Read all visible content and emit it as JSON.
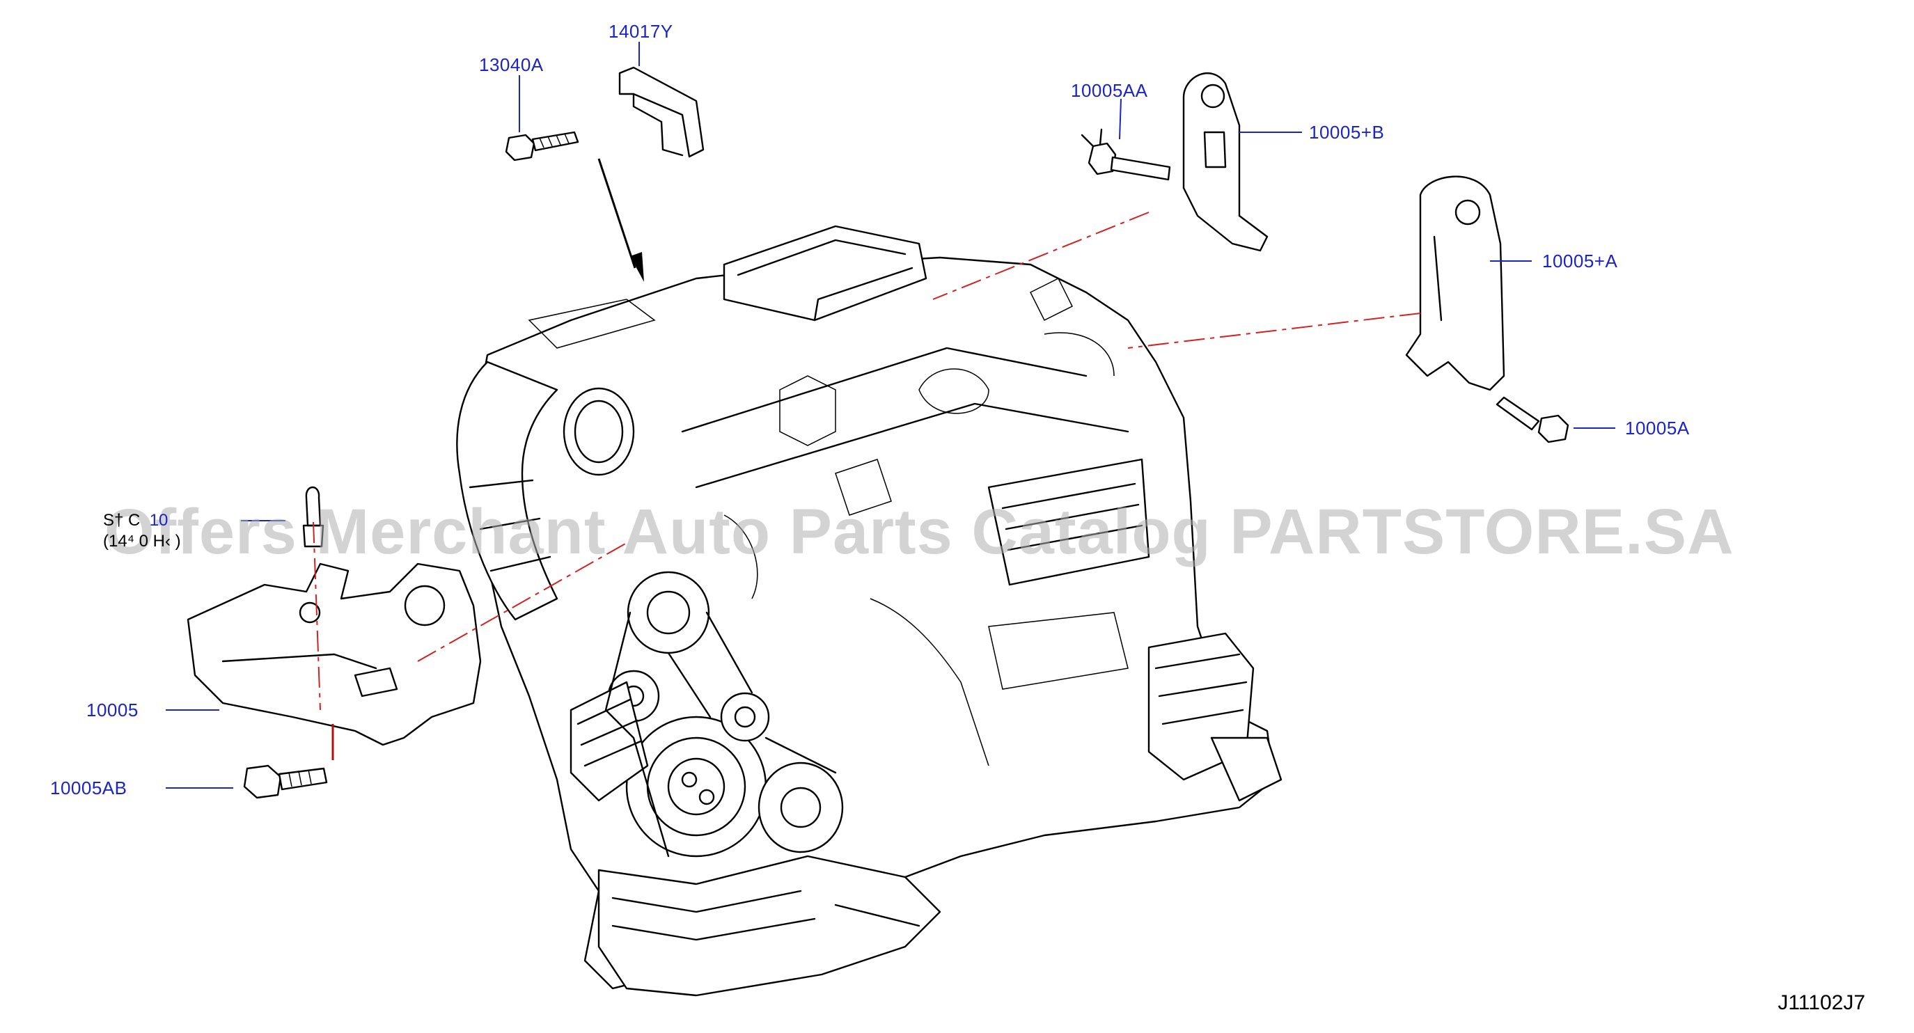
{
  "figure_code": "J11102J7",
  "watermark": "Offers Merchant Auto Parts Catalog PARTSTORE.SA",
  "obscured_note": {
    "line1_black": "S† C",
    "line1_blue": "10",
    "line2": "(14⁴ 0 H‹ )"
  },
  "callouts": {
    "c13040A": "13040A",
    "c14017Y": "14017Y",
    "c10005AA": "10005AA",
    "c10005pB": "10005+B",
    "c10005pA": "10005+A",
    "c10005A": "10005A",
    "c10005": "10005",
    "c10005AB": "10005AB"
  },
  "colors": {
    "callout_text": "#1a24c8",
    "leader_line": "#1a24c8",
    "center_line": "#d62020",
    "drawing": "#000000",
    "watermark": "#afafaf"
  },
  "icons": [
    "bolt-icon",
    "bracket-icon",
    "engine-assembly-icon",
    "stud-icon"
  ]
}
